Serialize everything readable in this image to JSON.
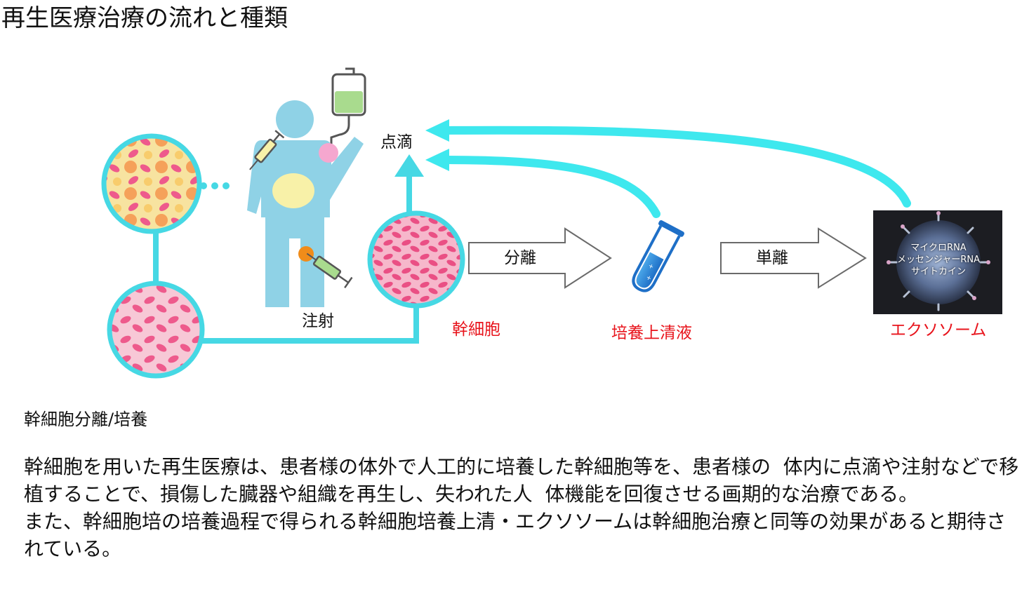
{
  "title": "再生医療治療の流れと種類",
  "labels": {
    "tenteki": "点滴",
    "chusha": "注射",
    "bunri": "分離",
    "tanri": "単離",
    "kansaibou": "幹細胞",
    "baiyou_jousei": "培養上清液",
    "exosome": "エクソソーム"
  },
  "exosome_contents": [
    "マイクロRNA",
    "メッセンジャーRNA",
    "サイトカイン"
  ],
  "section_heading": "幹細胞分離/培養",
  "paragraphs": [
    "幹細胞を用いた再生医療は、患者様の体外で人工的に培養した幹細胞等を、患者様の  体内に点滴や注射などで移植することで、損傷した臓器や組織を再生し、失われた人  体機能を回復させる画期的な治療である。",
    "また、幹細胞培の培養過程で得られる幹細胞培養上清・エクソソームは幹細胞治療と同等の効果があると期待されている。"
  ],
  "colors": {
    "accent_cyan": "#46d8e4",
    "arrow_cyan": "#3ee8ee",
    "body_blue": "#8fd2e6",
    "label_red": "#e8141c",
    "cell_pink": "#ee5a8c"
  }
}
